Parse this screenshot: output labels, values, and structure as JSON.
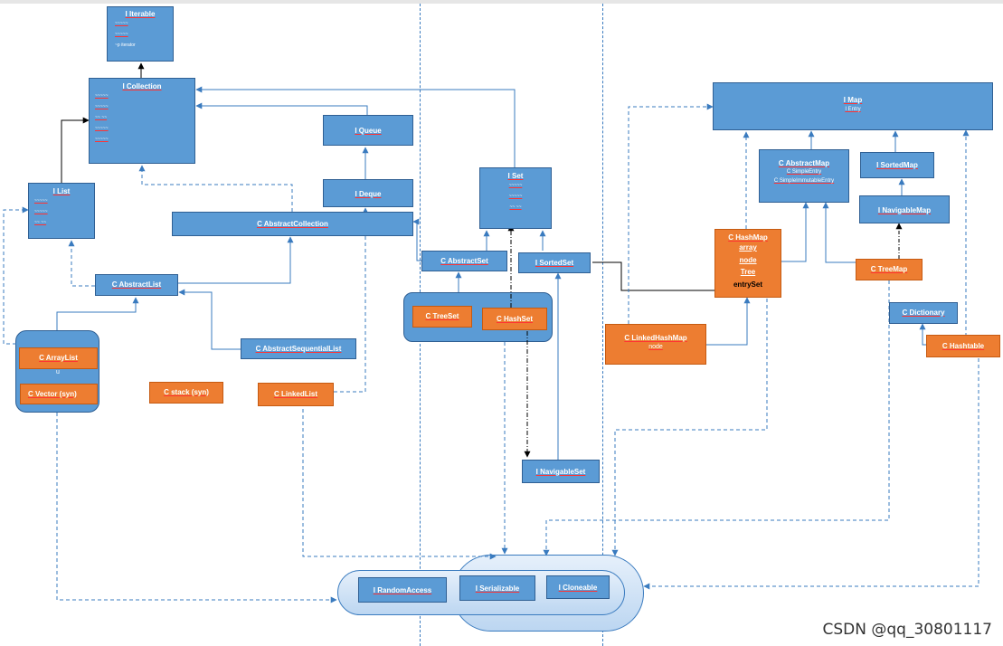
{
  "nodes": {
    "iterable": {
      "title": "I Iterable",
      "lines": [
        "~~~~~",
        "~~~~~",
        "~p iterator"
      ]
    },
    "collection": {
      "title": "I Collection",
      "lines": [
        "~~~~~",
        "~~~~~",
        "~~ ~~",
        "~~~~~",
        "~~~~~"
      ]
    },
    "list": {
      "title": "I List",
      "lines": [
        "~~~~~",
        "~~~~~",
        "~~ ~~"
      ]
    },
    "queue": {
      "title": "I Queue"
    },
    "deque": {
      "title": "I Deque"
    },
    "abstractcollection": {
      "title": "C AbstractCollection"
    },
    "abstractlist": {
      "title": "C AbstractList"
    },
    "abstractsequentiallist": {
      "title": "C AbstractSequentialList"
    },
    "arraylist": {
      "title": "C ArrayList"
    },
    "arraylist_sub": "u",
    "vector": {
      "title": "C Vector (syn)"
    },
    "stack": {
      "title": "C stack (syn)"
    },
    "linkedlist": {
      "title": "C LinkedList"
    },
    "set": {
      "title": "I Set",
      "lines": [
        "~~~~~",
        "~~~~~",
        "~~ ~~"
      ]
    },
    "abstractset": {
      "title": "C AbstractSet"
    },
    "sortedset": {
      "title": "I SortedSet"
    },
    "treeset": {
      "title": "C TreeSet"
    },
    "hashset": {
      "title": "C HashSet"
    },
    "navigableset": {
      "title": "I NavigableSet"
    },
    "map": {
      "title": "I Map",
      "sub": "I Entry"
    },
    "abstractmap": {
      "title": "C AbstractMap",
      "lines": [
        "C SimpleEntry",
        "C SimpleImmutableEntry"
      ]
    },
    "sortedmap": {
      "title": "I SortedMap"
    },
    "navigablemap": {
      "title": "I NavigableMap"
    },
    "hashmap": {
      "title": "C HashMap",
      "items": [
        "array",
        "node",
        "Tree"
      ],
      "extra": "entrySet"
    },
    "treemap": {
      "title": "C TreeMap"
    },
    "linkedhashmap": {
      "title": "C LinkedHashMap",
      "sub": "node"
    },
    "dictionary": {
      "title": "C Dictionary"
    },
    "hashtable": {
      "title": "C Hashtable"
    },
    "randomaccess": {
      "title": "I RandomAccess"
    },
    "serializable": {
      "title": "I Serializable"
    },
    "cloneable": {
      "title": "I Cloneable"
    }
  },
  "watermark": "CSDN @qq_30801117",
  "colors": {
    "interface": "#5b9bd5",
    "class": "#ed7d31",
    "border": "#2f5f93",
    "line": "#3a7bbf"
  }
}
